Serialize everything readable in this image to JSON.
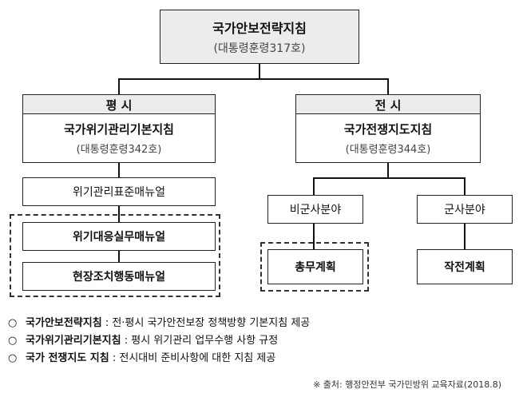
{
  "top": {
    "title": "국가안보전략지침",
    "sub": "(대통령훈령317호)"
  },
  "left": {
    "header": "평 시",
    "title": "국가위기관리기본지침",
    "sub": "(대통령훈령342호)",
    "items": [
      "위기관리표준매뉴얼",
      "위기대응실무매뉴얼",
      "현장조치행동매뉴얼"
    ]
  },
  "right": {
    "header": "전 시",
    "title": "국가전쟁지도지침",
    "sub": "(대통령훈령344호)",
    "branch_left": "비군사분야",
    "branch_right": "군사분야",
    "leaf_left": "총무계획",
    "leaf_right": "작전계획"
  },
  "notes": [
    {
      "marker": "○",
      "term": "국가안보전략지침",
      "desc": " : 전·평시 국가안전보장 정책방향 기본지침 제공"
    },
    {
      "marker": "○",
      "term": "국가위기관리기본지침",
      "desc": " : 평시 위기관리 업무수행 사항 규정"
    },
    {
      "marker": "○",
      "term": "국가 전쟁지도 지침",
      "desc": " : 전시대비 준비사항에 대한 지침 제공"
    }
  ],
  "source": "※ 출처: 행정안전부 국가민방위 교육자료(2018.8)"
}
